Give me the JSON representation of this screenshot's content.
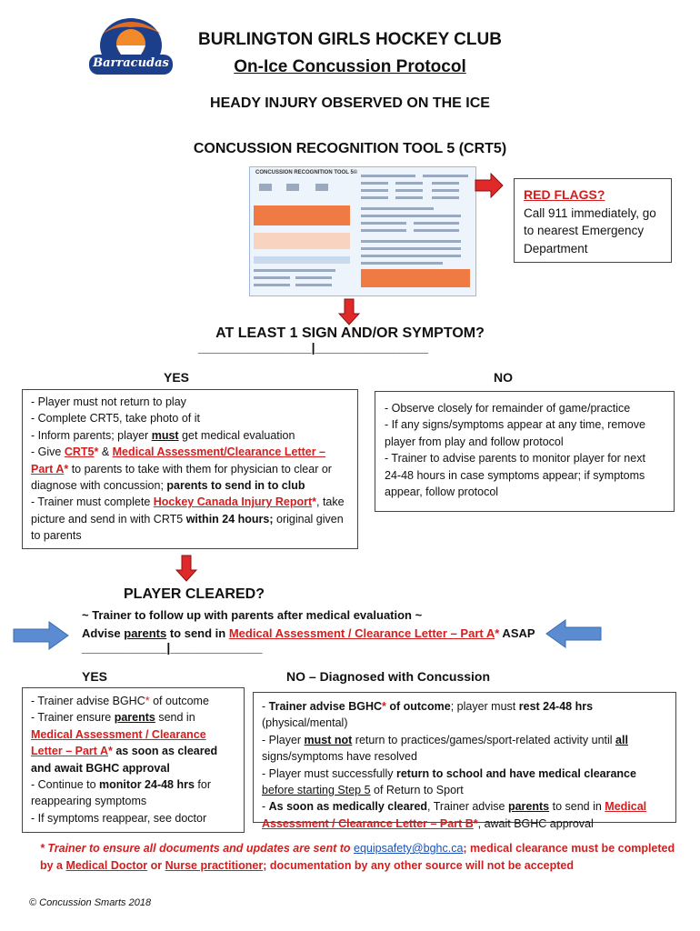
{
  "header": {
    "logo_text": "Barracudas",
    "club_name": "BURLINGTON GIRLS HOCKEY CLUB",
    "protocol_title": "On-Ice Concussion Protocol",
    "observed": "HEADY INJURY OBSERVED ON THE ICE",
    "tool": "CONCUSSION RECOGNITION TOOL 5 (CRT5)"
  },
  "crt_image": {
    "heading": "CONCUSSION RECOGNITION TOOL 5©"
  },
  "red_flags": {
    "title": "RED FLAGS?",
    "text": "Call 911 immediately, go to nearest Emergency Department"
  },
  "question1": {
    "heading": "AT LEAST 1 SIGN AND/OR SYMPTOM?",
    "divider": "________________|________________",
    "yes": "YES",
    "no": "NO"
  },
  "yes_box": {
    "l1": "- Player must not return to play",
    "l2": "- Complete CRT5, take photo of it",
    "l3a": "- Inform parents; player ",
    "l3b": "must",
    "l3c": " get medical evaluation",
    "l4a": "- Give ",
    "l4b": "CRT5",
    "l4c": "*",
    "l4d": " & ",
    "l4e": "Medical Assessment/Clearance Letter – Part A",
    "l4f": "*",
    "l4g": " to parents to take with them for physician to clear or diagnose with concussion; ",
    "l4h": "parents to send in to club",
    "l5a": "- Trainer must complete ",
    "l5b": "Hockey Canada Injury Report",
    "l5c": "*",
    "l5d": ", take picture and send in with CRT5 ",
    "l5e": "within 24 hours;",
    "l5f": " original given to parents"
  },
  "no_box": {
    "l1": "- Observe closely for remainder of game/practice",
    "l2": "- If any signs/symptoms appear at any time, remove player from play and follow protocol",
    "l3": "- Trainer to advise parents to monitor player for next 24-48 hours in case symptoms appear; if symptoms appear, follow protocol"
  },
  "cleared": {
    "heading": "PLAYER CLEARED?",
    "line1": "~ Trainer to follow up with parents after medical evaluation ~",
    "line2a": "Advise ",
    "line2b": "parents",
    "line2c": " to send in ",
    "line2d": "Medical Assessment / Clearance Letter – Part A",
    "line2e": "*",
    "line2f": " ASAP",
    "divider": "____________|_____________",
    "yes": "YES",
    "no": "NO – Diagnosed with Concussion"
  },
  "cleared_yes_box": {
    "l1a": "- Trainer advise BGHC",
    "l1b": "*",
    "l1c": " of outcome",
    "l2a": "- Trainer ensure ",
    "l2b": "parents",
    "l2c": " send in ",
    "l2d": "Medical Assessment / Clearance Letter – Part A",
    "l2e": "*",
    "l2f": " as soon as cleared and await BGHC approval",
    "l3a": "- Continue to ",
    "l3b": "monitor 24-48 hrs",
    "l3c": " for reappearing symptoms",
    "l4": "- If symptoms reappear, see doctor"
  },
  "concussion_box": {
    "l1a": "- ",
    "l1b": "Trainer advise BGHC",
    "l1c": "*",
    "l1d": " of outcome",
    "l1e": "; player must ",
    "l1f": "rest 24-48 hrs",
    "l1g": " (physical/mental)",
    "l2a": "- Player ",
    "l2b": "must not",
    "l2c": " return to practices/games/sport-related activity until ",
    "l2d": "all",
    "l2e": " signs/symptoms have resolved",
    "l3a": "- Player must successfully ",
    "l3b": "return to school and have medical clearance",
    "l3c": " ",
    "l3d": "before starting Step 5",
    "l3e": " of Return to Sport",
    "l4a": "- ",
    "l4b": "As soon as medically cleared",
    "l4c": ", Trainer advise ",
    "l4d": "parents",
    "l4e": " to send in ",
    "l4f": "Medical Assessment / Clearance Letter – Part B",
    "l4g": "*",
    "l4h": ", await BGHC approval"
  },
  "footnote": {
    "a": "* Trainer to ensure all documents and updates are sent to ",
    "email": "equipsafety@bghc.ca",
    "b": "; medical clearance must be completed by a ",
    "doctor": "Medical Doctor",
    "c": " or ",
    "nurse": "Nurse practitioner",
    "d": "; documentation by any other source will not be accepted"
  },
  "copyright": "© Concussion Smarts 2018",
  "colors": {
    "accent_red": "#d21e1e",
    "arrow_blue": "#5b8bd0",
    "link_blue": "#1b4fb4"
  }
}
